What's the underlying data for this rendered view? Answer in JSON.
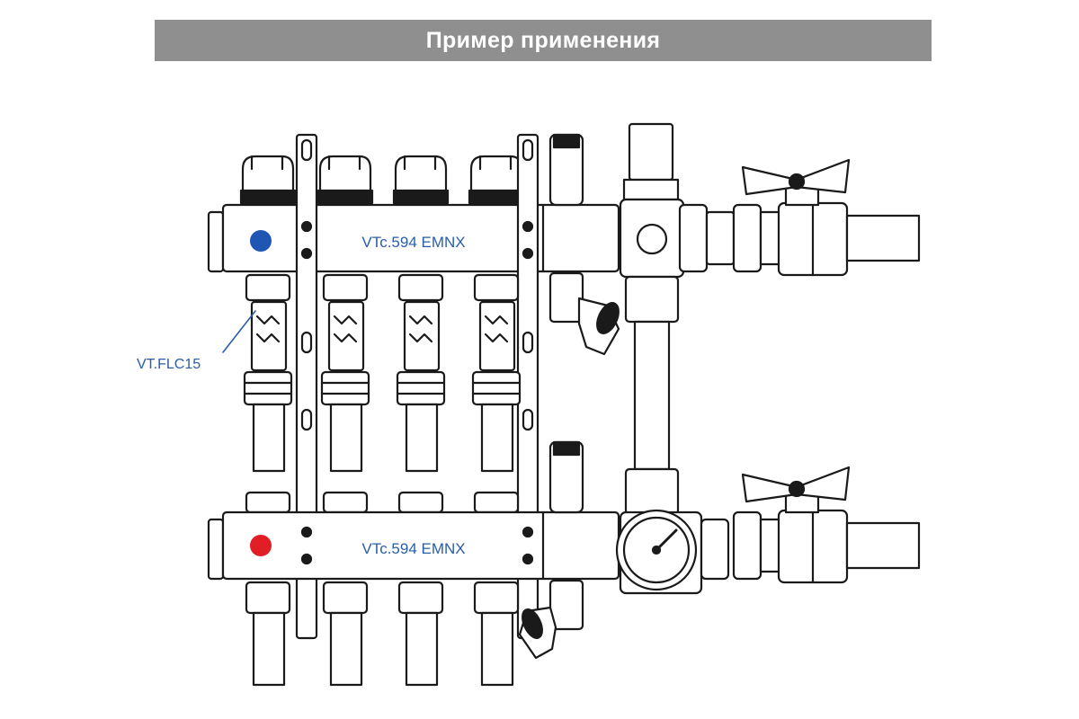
{
  "header": {
    "title": "Пример применения"
  },
  "manifold_top": {
    "label": "VTc.594 EMNX",
    "marker_color": "#1f56b3"
  },
  "manifold_bottom": {
    "label": "VTc.594 EMNX",
    "marker_color": "#e11d26"
  },
  "callout": {
    "label": "VT.FLC15"
  },
  "colors": {
    "line": "#1a1a1a",
    "label_blue": "#2a5da8",
    "banner": "#8f8f8f"
  }
}
